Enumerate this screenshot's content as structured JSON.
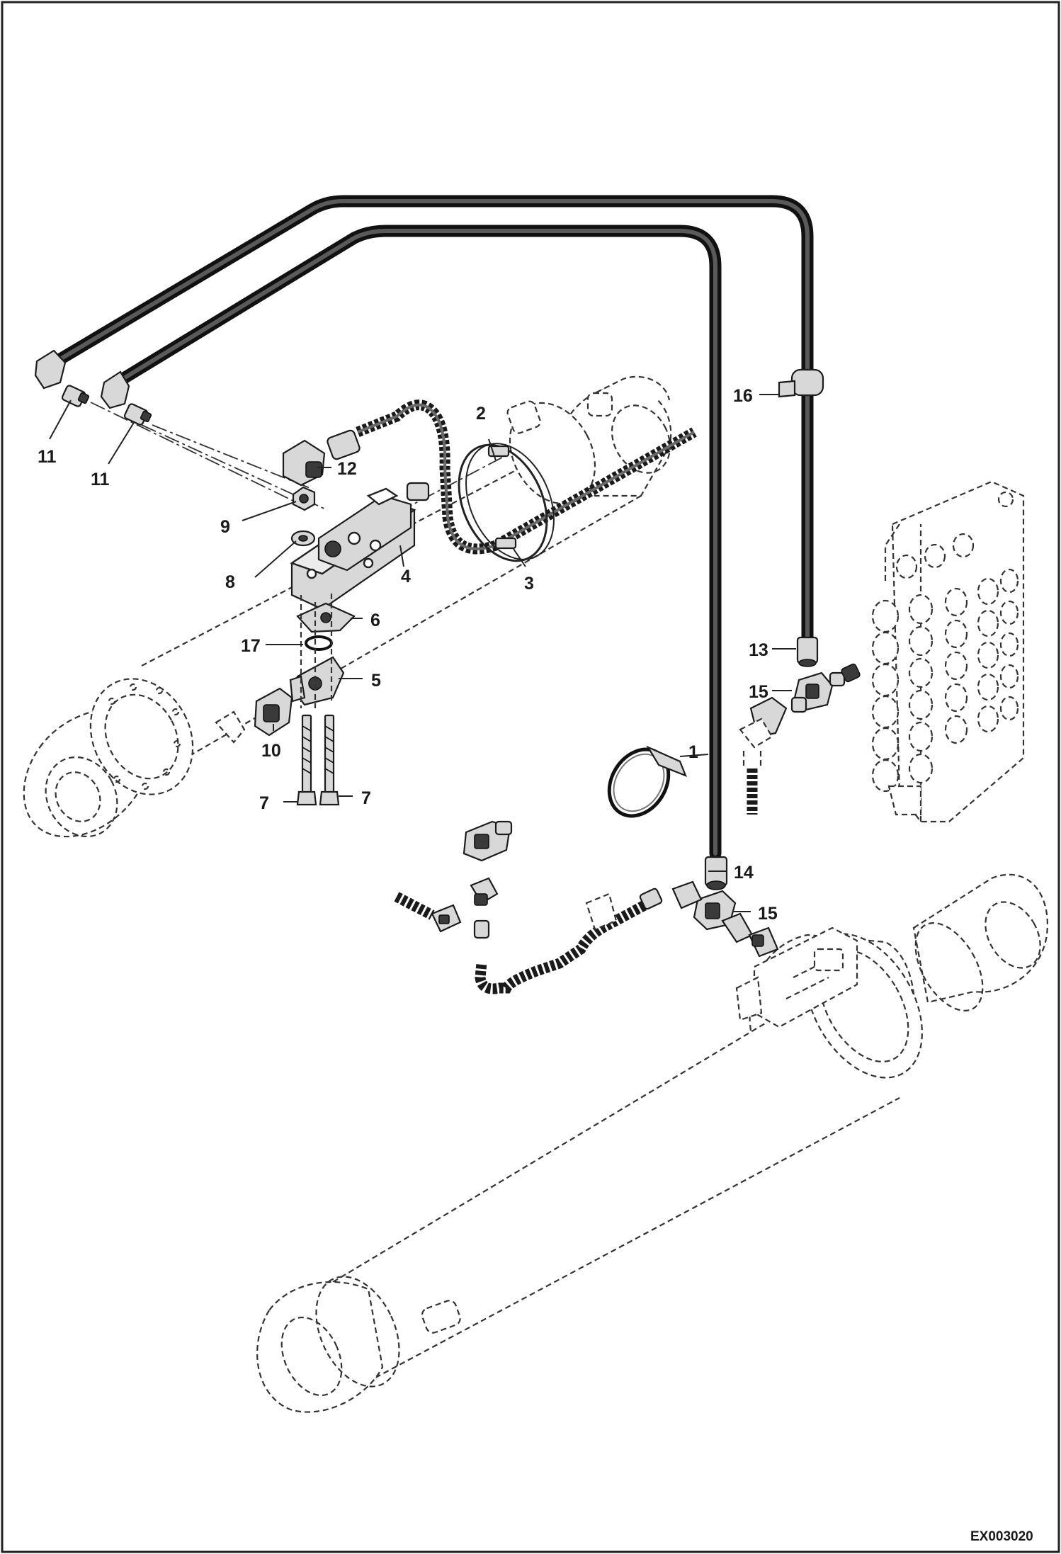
{
  "callouts": [
    {
      "id": "c1",
      "text": "1"
    },
    {
      "id": "c2",
      "text": "2"
    },
    {
      "id": "c3",
      "text": "3"
    },
    {
      "id": "c4",
      "text": "4"
    },
    {
      "id": "c5",
      "text": "5"
    },
    {
      "id": "c6",
      "text": "6"
    },
    {
      "id": "c7a",
      "text": "7"
    },
    {
      "id": "c7b",
      "text": "7"
    },
    {
      "id": "c8",
      "text": "8"
    },
    {
      "id": "c9",
      "text": "9"
    },
    {
      "id": "c10",
      "text": "10"
    },
    {
      "id": "c11a",
      "text": "11"
    },
    {
      "id": "c11b",
      "text": "11"
    },
    {
      "id": "c12",
      "text": "12"
    },
    {
      "id": "c13",
      "text": "13"
    },
    {
      "id": "c14",
      "text": "14"
    },
    {
      "id": "c15a",
      "text": "15"
    },
    {
      "id": "c15b",
      "text": "15"
    },
    {
      "id": "c16",
      "text": "16"
    },
    {
      "id": "c17",
      "text": "17"
    }
  ],
  "drawing_code": "EX003020"
}
